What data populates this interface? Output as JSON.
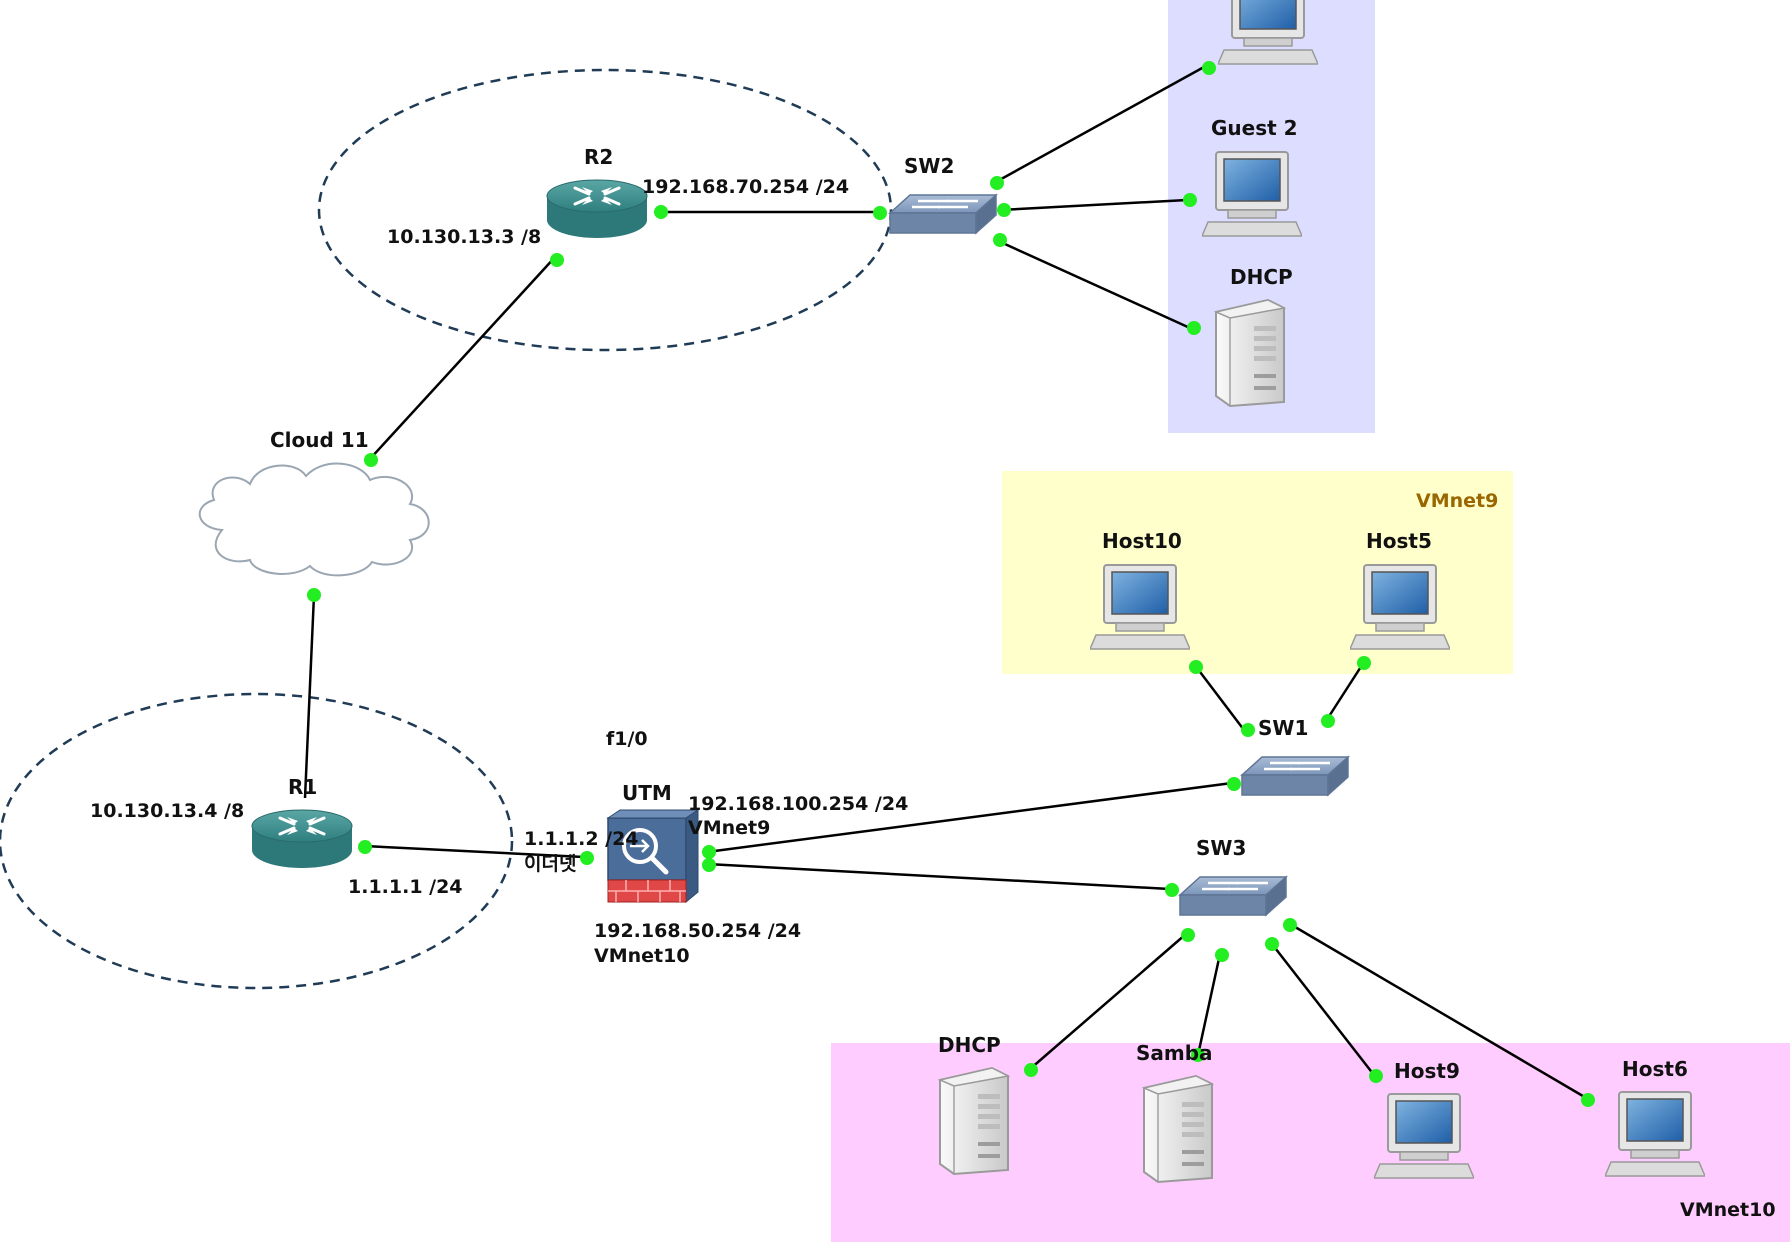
{
  "zones": {
    "vmnet9": {
      "label": "VMnet9",
      "color": "#ffffcc",
      "label_color": "#996600"
    },
    "vmnet10": {
      "label": "VMnet10",
      "color": "#ffccff",
      "label_color": "#111111"
    },
    "top_group": {
      "color": "#ddddff"
    }
  },
  "devices": {
    "r2": {
      "name": "R2"
    },
    "r1": {
      "name": "R1"
    },
    "sw1": {
      "name": "SW1"
    },
    "sw2": {
      "name": "SW2"
    },
    "sw3": {
      "name": "SW3"
    },
    "utm": {
      "name": "UTM"
    },
    "cloud": {
      "name": "Cloud 11"
    },
    "guest2": {
      "name": "Guest 2"
    },
    "dhcp_top": {
      "name": "DHCP"
    },
    "host10": {
      "name": "Host10"
    },
    "host5": {
      "name": "Host5"
    },
    "dhcp_bottom": {
      "name": "DHCP"
    },
    "samba": {
      "name": "Samba"
    },
    "host9": {
      "name": "Host9"
    },
    "host6": {
      "name": "Host6"
    }
  },
  "addresses": {
    "r2_lan": "192.168.70.254 /24",
    "r2_wan": "10.130.13.3 /8",
    "r1_wan": "10.130.13.4 /8",
    "r1_utm": "1.1.1.1 /24",
    "utm_outside": "1.1.1.2 /24",
    "utm_outside_note": "이더넷",
    "utm_port": "f1/0",
    "utm_in9": "192.168.100.254 /24",
    "utm_in9_net": "VMnet9",
    "utm_in10": "192.168.50.254 /24",
    "utm_in10_net": "VMnet10"
  },
  "colors": {
    "link": "#000000",
    "port": "#22ee22",
    "router": "#3d8a8a",
    "switch": "#7a94b8"
  }
}
